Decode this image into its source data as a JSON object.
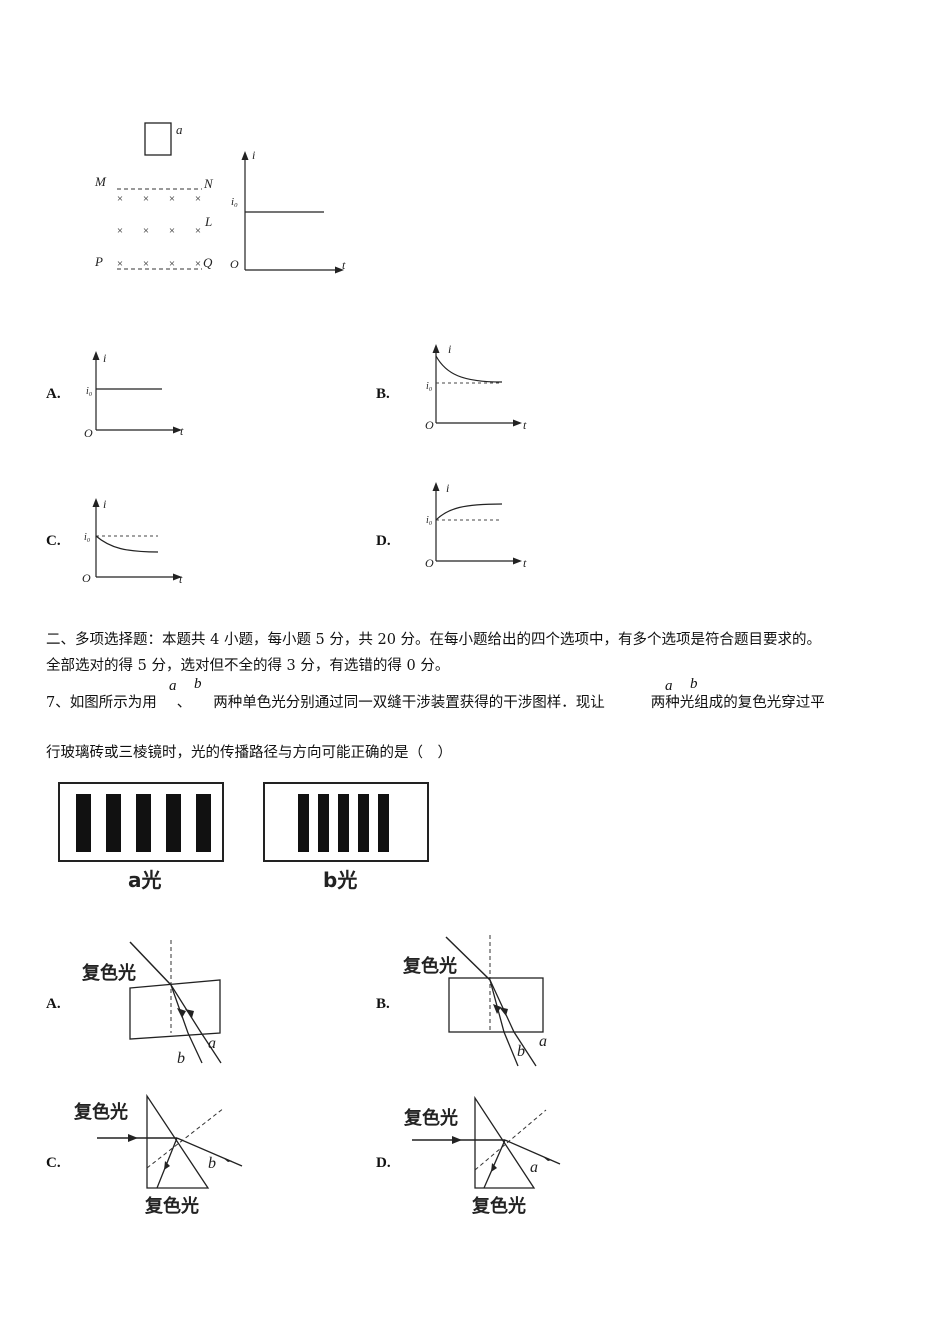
{
  "q6": {
    "figure": {
      "loop_label": "a",
      "labels": {
        "M": "M",
        "N": "N",
        "L": "L",
        "P": "P",
        "Q": "Q"
      },
      "cross": "×",
      "graph": {
        "y_axis": "i",
        "x_axis": "t",
        "origin": "O",
        "level": "i₀"
      }
    },
    "options": [
      {
        "letter": "A.",
        "curve": "constant"
      },
      {
        "letter": "B.",
        "curve": "decay-to-i0"
      },
      {
        "letter": "C.",
        "curve": "decay-below-i0"
      },
      {
        "letter": "D.",
        "curve": "rise-above-i0"
      }
    ]
  },
  "section2": {
    "line1": "二、多项选择题：本题共 4 小题，每小题 5 分，共 20 分。在每小题给出的四个选项中，有多个选项是符合题目要求的。",
    "line2": "全部选对的得 5 分，选对但不全的得 3 分，有选错的得 0 分。"
  },
  "q7": {
    "part1": "7、如图所示为用",
    "sep": "、",
    "part2": "两种单色光分别通过同一双缝干涉装置获得的干涉图样．现让",
    "part3": "两种光组成的复色光穿过平",
    "line2": "行玻璃砖或三棱镜时，光的传播路径与方向可能正确的是（　）",
    "sym_a": "a",
    "sym_b": "b",
    "fringe_a_label": "a光",
    "fringe_b_label": "b光",
    "composite_label": "复色光",
    "ray_a": "a",
    "ray_b": "b",
    "options": [
      "A.",
      "B.",
      "C.",
      "D."
    ]
  }
}
